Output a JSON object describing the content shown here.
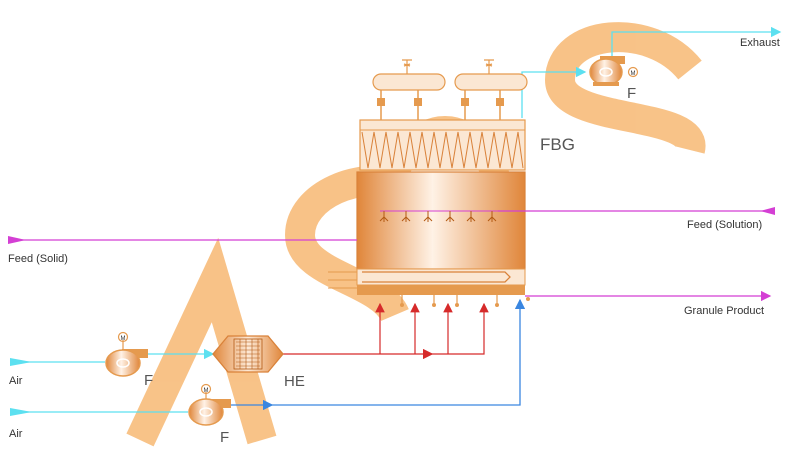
{
  "labels": {
    "exhaust": "Exhaust",
    "fan_top": "F",
    "fbg": "FBG",
    "feed_solution": "Feed (Solution)",
    "feed_solid": "Feed (Solid)",
    "granule_product": "Granule Product",
    "air_1": "Air",
    "air_2": "Air",
    "fan_1": "F",
    "fan_2": "F",
    "he": "HE",
    "motor": "M",
    "watermark": "ASOS"
  },
  "colors": {
    "equipment": "#e59a4e",
    "equipment_light": "#fbe7d3",
    "cyan_line": "#5ce0f0",
    "magenta_line": "#d43fd4",
    "red_line": "#d62a2a",
    "blue_line": "#3a86e0",
    "watermark": "#f7b873"
  }
}
